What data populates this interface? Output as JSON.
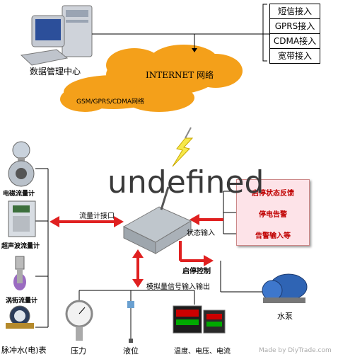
{
  "top": {
    "data_center_label": "数据管理中心",
    "internet_label": "INTERNET 网络",
    "mobile_network_label": "GSM/GPRS/CDMA网络",
    "access_methods": [
      "短信接入",
      "GPRS接入",
      "CDMA接入",
      "宽带接入"
    ]
  },
  "sensors": {
    "electromagnetic": "电磁流量计",
    "ultrasonic": "超声波流量计",
    "vortex": "涡街流量计",
    "pulse_meter": "脉冲水(电)表"
  },
  "links": {
    "flow_interface": "流量计接口",
    "status_input": "状态输入",
    "start_stop_control": "启停控制",
    "analog_io": "模拟量信号输入输出"
  },
  "status_panel": [
    "启停状态反馈",
    "停电告警",
    "告警输入等"
  ],
  "devices": {
    "pump": "水泵",
    "pressure": "压力",
    "level": "液位",
    "instruments": "温度、电压、电流"
  },
  "overlay": {
    "watermark": "undefined",
    "site_mark": "Made by DiyTrade.com"
  },
  "colors": {
    "cloud": "#f4a01a",
    "arrow_red": "#e02020",
    "status_bg": "#fde3e8"
  }
}
